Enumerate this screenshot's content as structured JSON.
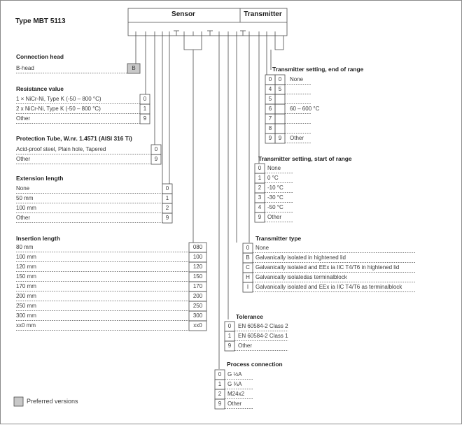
{
  "title": "Type MBT 5113",
  "header": {
    "sensor": "Sensor",
    "transmitter": "Transmitter"
  },
  "connection_head": {
    "heading": "Connection head",
    "items": [
      {
        "label": "B-head",
        "code": "B",
        "preferred": true
      }
    ]
  },
  "resistance_value": {
    "heading": "Resistance value",
    "items": [
      {
        "label": "1 × NiCr-Ni, Type K (-50 – 800 °C)",
        "code": "0"
      },
      {
        "label": "2 x NiCr-Ni, Type K (-50 – 800 °C)",
        "code": "1"
      },
      {
        "label": "Other",
        "code": "9"
      }
    ]
  },
  "protection_tube": {
    "heading": "Protection Tube, W.nr. 1.4571 (AISI 316 Ti)",
    "items": [
      {
        "label": "Acid-proof steel, Plain hole, Tapered",
        "code": "0"
      },
      {
        "label": "Other",
        "code": "9"
      }
    ]
  },
  "extension_length": {
    "heading": "Extension length",
    "items": [
      {
        "label": "None",
        "code": "0"
      },
      {
        "label": "50 mm",
        "code": "1"
      },
      {
        "label": "100 mm",
        "code": "2"
      },
      {
        "label": "Other",
        "code": "9"
      }
    ]
  },
  "insertion_length": {
    "heading": "Insertion length",
    "items": [
      {
        "label": "80 mm",
        "code": "080"
      },
      {
        "label": "100 mm",
        "code": "100"
      },
      {
        "label": "120 mm",
        "code": "120"
      },
      {
        "label": "150 mm",
        "code": "150"
      },
      {
        "label": "170 mm",
        "code": "170"
      },
      {
        "label": "200 mm",
        "code": "200"
      },
      {
        "label": "250 mm",
        "code": "250"
      },
      {
        "label": "300 mm",
        "code": "300"
      },
      {
        "label": "xx0 mm",
        "code": "xx0"
      }
    ]
  },
  "range_end": {
    "heading": "Transmitter setting, end of range",
    "items": [
      {
        "c1": "0",
        "c2": "0",
        "label": "None"
      },
      {
        "c1": "4",
        "c2": "5",
        "label": ""
      },
      {
        "c1": "5",
        "c2": "",
        "label": ""
      },
      {
        "c1": "6",
        "c2": "",
        "label": "60 – 600 °C"
      },
      {
        "c1": "7",
        "c2": "",
        "label": ""
      },
      {
        "c1": "8",
        "c2": "",
        "label": ""
      },
      {
        "c1": "9",
        "c2": "9",
        "label": "Other"
      }
    ]
  },
  "range_start": {
    "heading": "Transmitter setting, start of range",
    "items": [
      {
        "code": "0",
        "label": "None"
      },
      {
        "code": "1",
        "label": "0 °C"
      },
      {
        "code": "2",
        "label": "-10 °C"
      },
      {
        "code": "3",
        "label": "-30 °C"
      },
      {
        "code": "4",
        "label": "-50 °C"
      },
      {
        "code": "9",
        "label": "Other"
      }
    ]
  },
  "transmitter_type": {
    "heading": "Transmitter type",
    "items": [
      {
        "code": "0",
        "label": "None"
      },
      {
        "code": "B",
        "label": "Galvanically isolated in hightened lid"
      },
      {
        "code": "C",
        "label": "Galvanically isolated and EEx ia IIC T4/T6 in hightened lid"
      },
      {
        "code": "H",
        "label": "Galvanically isolatedas terminalblock"
      },
      {
        "code": "I",
        "label": "Galvanically isolated and EEx ia IIC T4/T6 as terminalblock"
      }
    ]
  },
  "tolerance": {
    "heading": "Tolerance",
    "items": [
      {
        "code": "0",
        "label": "EN 60584-2 Class 2"
      },
      {
        "code": "1",
        "label": "EN 60584-2 Class 1"
      },
      {
        "code": "9",
        "label": "Other"
      }
    ]
  },
  "process_connection": {
    "heading": "Process connection",
    "items": [
      {
        "code": "0",
        "label": "G ½A"
      },
      {
        "code": "1",
        "label": "G ¾A"
      },
      {
        "code": "2",
        "label": "M24x2"
      },
      {
        "code": "9",
        "label": "Other"
      }
    ]
  },
  "legend": {
    "label": "Preferred versions",
    "color": "#c8c8c8"
  },
  "colors": {
    "line": "#4a4a4a",
    "text": "#3a3a3a",
    "preferred": "#c8c8c8"
  }
}
